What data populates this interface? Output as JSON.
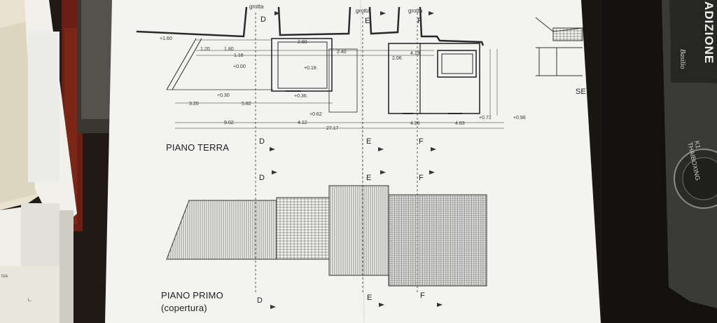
{
  "sheet": {
    "floor_ground_title": "PIANO TERRA",
    "floor_first_title": "PIANO PRIMO",
    "floor_first_subtitle": "(copertura)",
    "grotto_label": "grotta",
    "section_letters": [
      "D",
      "E",
      "F"
    ],
    "edge_label": "SE",
    "dimensions": {
      "d1": "1.20",
      "d2": "2.80",
      "d3": "1.80",
      "d4": "2.40",
      "d5": "4.13",
      "d6": "3.20",
      "d7": "5.82",
      "d8": "9.02",
      "d9": "4.12",
      "d10": "27.17",
      "d11": "4.26",
      "d12": "4.83",
      "d13": "1.16",
      "d14": "2.06"
    },
    "levels": {
      "l1": "+1.60",
      "l2": "+0.00",
      "l3": "+0.18",
      "l4": "+0.30",
      "l5": "+0.62",
      "l6": "+0.72",
      "l7": "+0.96",
      "l8": "+0.36"
    }
  },
  "book": {
    "title": "ADIZIONE",
    "subtitle": "Basilio",
    "seal_text": "K1 THAIBOXING"
  },
  "left_docs": {
    "note1": "IVA",
    "note2": "L."
  }
}
